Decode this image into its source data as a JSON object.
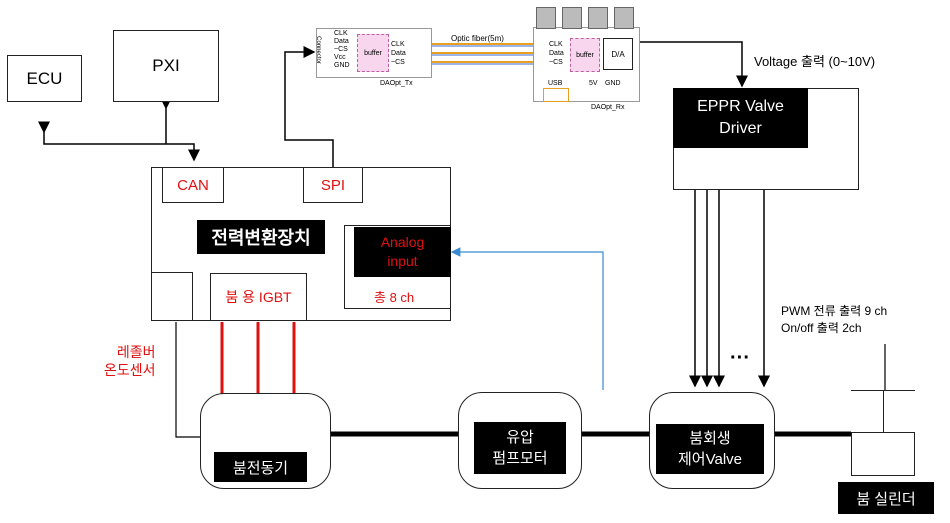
{
  "ecu": "ECU",
  "pxi": "PXI",
  "can": "CAN",
  "spi": "SPI",
  "power_converter": "전력변환장치",
  "analog_input": "Analog\ninput",
  "total_ch": "총 8 ch",
  "boom_igbt": "붐 용 IGBT",
  "resolver_temp": "레졸버\n온도센서",
  "boom_motor": "붐전동기",
  "hyd_pump_motor": "유압\n펌프모터",
  "boom_regen_valve": "붐회생\n제어Valve",
  "boom_cylinder": "붐 실린더",
  "eppr_driver": "EPPR Valve\nDriver",
  "voltage_output": "Voltage 출력 (0~10V)",
  "pwm_output": "PWM 전류 출력 9 ch\nOn/off 출력 2ch",
  "ellipsis": "···",
  "daq_tx": {
    "caption": "DAOpt_Tx",
    "connector": "Connector",
    "signals": [
      "CLK",
      "Data",
      "~CS",
      "Vcc",
      "GND"
    ],
    "buffer": "buffer",
    "out_signals": [
      "CLK",
      "Data",
      "~CS"
    ]
  },
  "fiber_label": "Optic fiber(5m)",
  "daq_rx": {
    "caption": "DAOpt_Rx",
    "in_signals": [
      "CLK",
      "Data",
      "~CS"
    ],
    "buffer": "buffer",
    "da": "D/A",
    "usb": "USB",
    "v5": "5V",
    "gnd": "GND"
  },
  "colors": {
    "red": "#e01010",
    "blue_line": "#3a8ad0",
    "fiber_orange": "#e8a020",
    "buffer_pink": "#f7d6ee"
  }
}
